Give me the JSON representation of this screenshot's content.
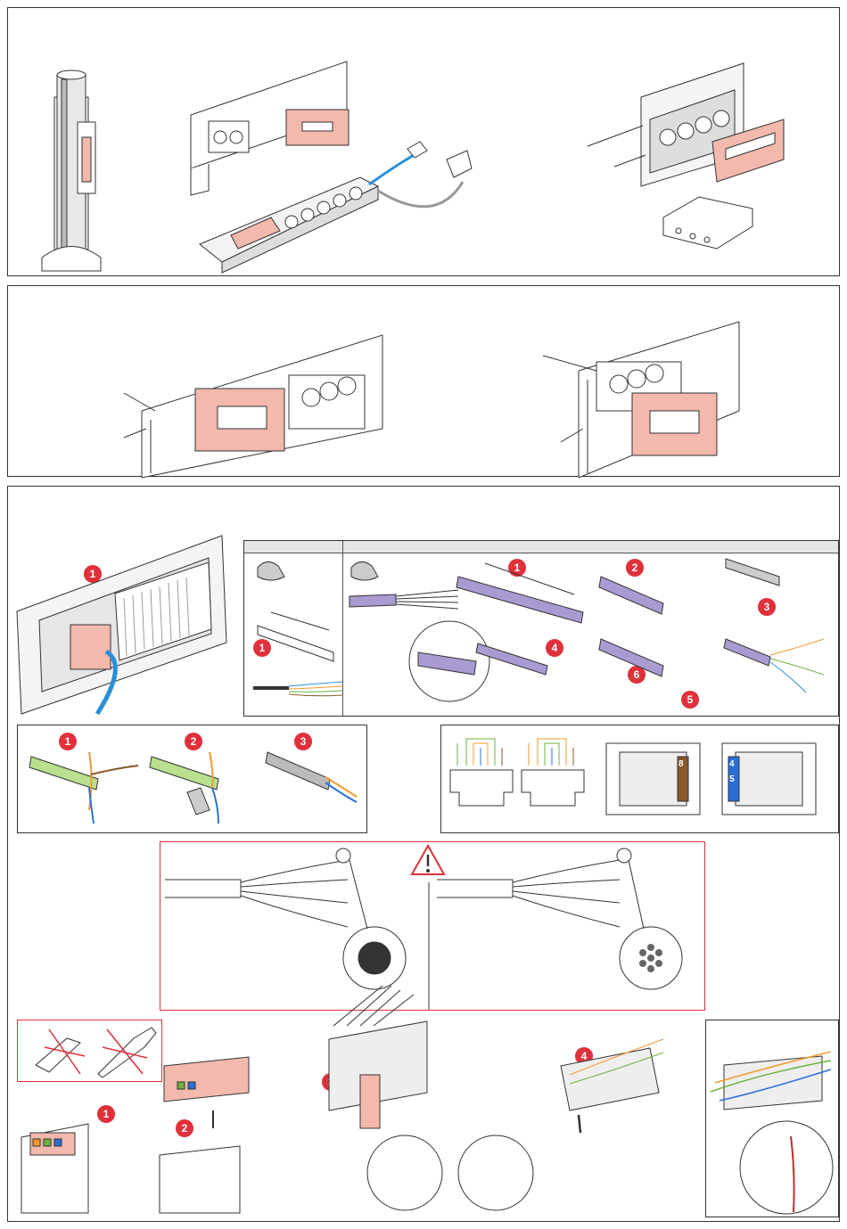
{
  "steps": {
    "s1": "1",
    "s2": "2",
    "s3": "3",
    "s4": "4",
    "s5": "5",
    "s6": "6"
  },
  "labels": {
    "pin_a": "8",
    "pin_b": "4",
    "pin_c": "5"
  },
  "colors": {
    "frame": "#333333",
    "accent": "#e0303a",
    "salmon": "#f2b9ac",
    "cable_blue": "#2a8fd8",
    "wire_orange": "#f29a2e",
    "wire_green": "#6cb33f",
    "wire_brown": "#8a5a2b",
    "wire_blue": "#2a6fd8",
    "cable_purple": "#a99bd1"
  },
  "icons": [
    "warning-triangle-icon",
    "no-torx-tool-icon",
    "no-screwdriver-icon",
    "arrow-icon"
  ]
}
